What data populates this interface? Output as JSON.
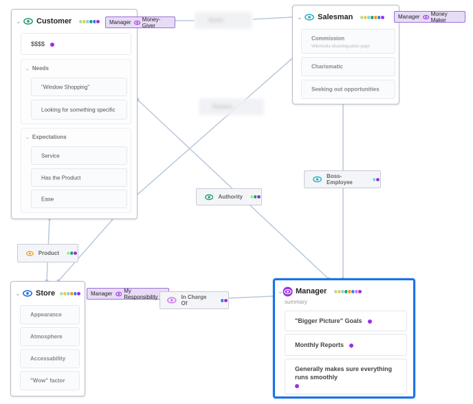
{
  "colors": {
    "accent": "#1a73e8",
    "purple": "#9b30e0",
    "green": "#22a06b",
    "orange": "#f29a1f",
    "teal": "#27b5c6",
    "tag_bg": "#e7dcf6",
    "tag_border": "#9c6fd6"
  },
  "palette_dots": [
    "#a7e3a0",
    "#f2c94c",
    "#7ed6df",
    "#22a06b",
    "#3d7cf0",
    "#9b30e0",
    "#d27af0",
    "#27b5c6"
  ],
  "customer": {
    "title": "Customer",
    "price": "$$$$",
    "needs": {
      "title": "Needs",
      "items": [
        "\"Window Shopping\"",
        "Looking for something specific"
      ]
    },
    "expectations": {
      "title": "Expectations",
      "items": [
        "Service",
        "Has the Product",
        "Ease"
      ]
    }
  },
  "salesman": {
    "title": "Salesman",
    "commission_title": "Commission",
    "commission_sub": "Wikimedia disambiguation page",
    "items": [
      "Charismatic",
      "Seeking out opportunities"
    ]
  },
  "store": {
    "title": "Store",
    "items": [
      "Appearance",
      "Atmosphere",
      "Accessability",
      "\"Wow\" factor"
    ]
  },
  "manager": {
    "title": "Manager",
    "summary": "summary",
    "items": [
      "\"Bigger Picture\" Goals",
      "Monthly Reports",
      "Generally makes sure everything runs smoothly"
    ]
  },
  "tags": {
    "customer": {
      "role": "Manager",
      "name": "Money-Giver"
    },
    "salesman": {
      "role": "Manager",
      "name": "Money Maker"
    },
    "store": {
      "role": "Manager",
      "name": "My Responsibility"
    }
  },
  "edges": {
    "authority": "Authority",
    "boss_employee": "Boss-Employee",
    "product": "Product",
    "in_charge_of": "In Charge Of"
  },
  "ghosts": {
    "top": "Works",
    "middle": "Relation"
  }
}
